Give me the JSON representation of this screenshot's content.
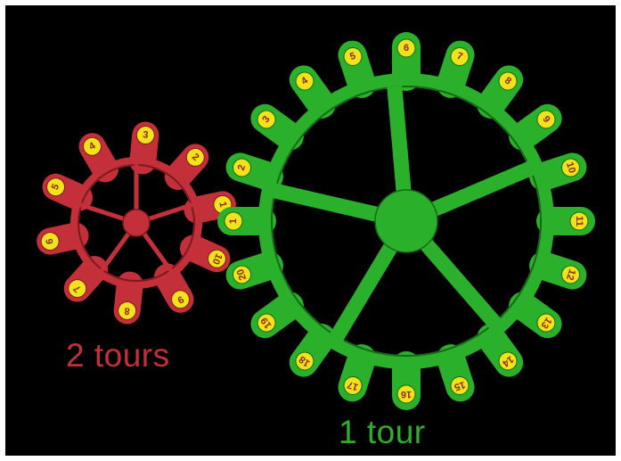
{
  "colors": {
    "background": "#000000",
    "frame": "#ffffff",
    "small_gear": "#c4303a",
    "small_gear_dark": "#7c1820",
    "big_gear": "#2bb02b",
    "big_gear_dark": "#136b13",
    "badge": "#f2e21c",
    "badge_text": "#8a2a10"
  },
  "small_gear": {
    "caption": "2 tours",
    "teeth": [
      "1",
      "2",
      "3",
      "4",
      "5",
      "6",
      "7",
      "8",
      "9",
      "10"
    ],
    "spokes": 5
  },
  "big_gear": {
    "caption": "1 tour",
    "teeth": [
      "1",
      "2",
      "3",
      "4",
      "5",
      "6",
      "7",
      "8",
      "9",
      "10",
      "11",
      "12",
      "13",
      "14",
      "15",
      "16",
      "17",
      "18",
      "19",
      "20"
    ],
    "spokes": 5
  }
}
